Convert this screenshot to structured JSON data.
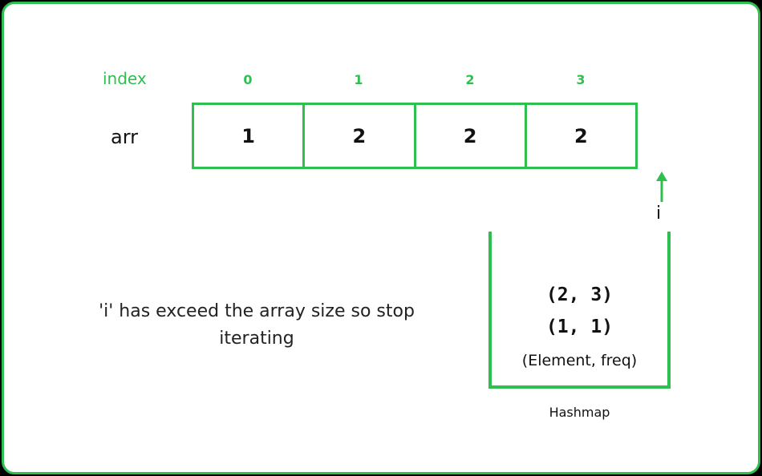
{
  "index_label": "index",
  "array_label": "arr",
  "indices": [
    "0",
    "1",
    "2",
    "3"
  ],
  "values": [
    "1",
    "2",
    "2",
    "2"
  ],
  "pointer_label": "i",
  "message": "'i' has exceed the array size so stop iterating",
  "hashmap": {
    "entries": [
      "(2, 3)",
      "(1, 1)"
    ],
    "caption": "(Element, freq)",
    "title": "Hashmap"
  },
  "colors": {
    "accent": "#2fbf4f",
    "text": "#111111",
    "background": "#ffffff",
    "outer": "#000000"
  }
}
